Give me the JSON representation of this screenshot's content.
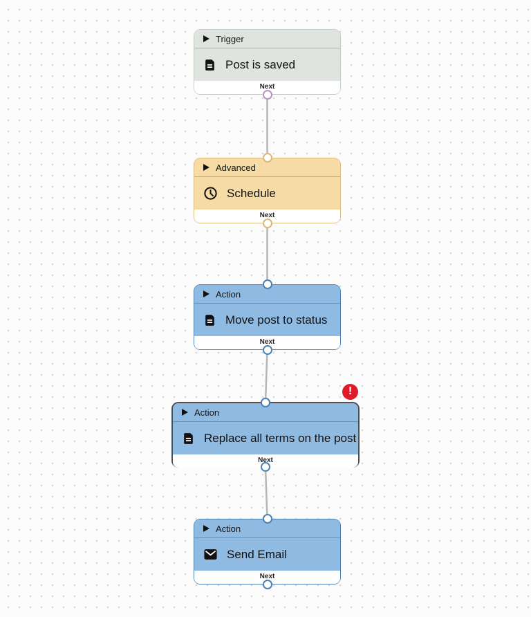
{
  "canvas": {
    "background": "#fbfbfb",
    "dot_color": "#d7d7d7",
    "edge_color": "#b6b6b6"
  },
  "error_badge": {
    "symbol": "!",
    "background": "#df1b2b"
  },
  "nodes": [
    {
      "category_label": "Trigger",
      "title": "Post is saved",
      "icon": "document-icon",
      "footer_label": "Next",
      "has_input_port": false,
      "has_error": false,
      "colors": {
        "bg": "#dfe4df",
        "border": "#c6ccc6",
        "divider": "#a8b0a8",
        "port": "#b793bf"
      }
    },
    {
      "category_label": "Advanced",
      "title": "Schedule",
      "icon": "clock-icon",
      "footer_label": "Next",
      "has_input_port": true,
      "has_error": false,
      "colors": {
        "bg": "#f6dba4",
        "border": "#dcbd80",
        "divider": "#cfa95e",
        "port": "#dcb878"
      }
    },
    {
      "category_label": "Action",
      "title": "Move post to status",
      "icon": "document-icon",
      "footer_label": "Next",
      "has_input_port": true,
      "has_error": false,
      "colors": {
        "bg": "#8fbbe2",
        "border": "#4d80b2",
        "divider": "#6593bd",
        "port": "#4d80b2"
      }
    },
    {
      "category_label": "Action",
      "title": "Replace all terms on the post",
      "icon": "document-icon",
      "footer_label": "Next",
      "has_input_port": true,
      "has_error": true,
      "colors": {
        "bg": "#8fbbe2",
        "border": "#4b5158",
        "divider": "#6593bd",
        "port": "#4d80b2"
      }
    },
    {
      "category_label": "Action",
      "title": "Send Email",
      "icon": "mail-icon",
      "footer_label": "Next",
      "has_input_port": true,
      "has_error": false,
      "colors": {
        "bg": "#8fbbe2",
        "border": "#4d80b2",
        "divider": "#6593bd",
        "port": "#4d80b2"
      }
    }
  ]
}
